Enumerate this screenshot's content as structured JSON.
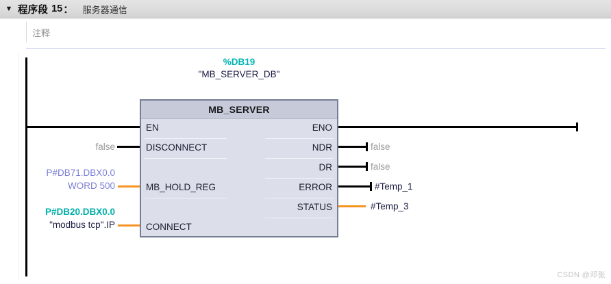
{
  "header": {
    "collapse_icon": "▼",
    "label": "程序段",
    "number": "15",
    "colon": "：",
    "subtitle": "服务器通信"
  },
  "comment": {
    "placeholder": "注释"
  },
  "block": {
    "db_number": "%DB19",
    "db_name": "\"MB_SERVER_DB\"",
    "title": "MB_SERVER",
    "inputs": [
      {
        "pin": "EN",
        "operand": "",
        "operand2": "",
        "wire": "rail"
      },
      {
        "pin": "DISCONNECT",
        "operand": "false",
        "operand2": "",
        "wire": "black"
      },
      {
        "pin": "MB_HOLD_REG",
        "operand": "P#DB71.DBX0.0",
        "operand2": "WORD 500",
        "wire": "orange"
      },
      {
        "pin": "CONNECT",
        "operand": "P#DB20.DBX0.0",
        "operand2": "\"modbus tcp\".IP",
        "wire": "orange"
      }
    ],
    "outputs": [
      {
        "pin": "ENO",
        "operand": "",
        "wire": "black"
      },
      {
        "pin": "NDR",
        "operand": "false",
        "wire": "black"
      },
      {
        "pin": "DR",
        "operand": "false",
        "wire": "black"
      },
      {
        "pin": "ERROR",
        "operand": "#Temp_1",
        "wire": "black"
      },
      {
        "pin": "STATUS",
        "operand": "#Temp_3",
        "wire": "orange"
      }
    ]
  },
  "watermark": {
    "text": "CSDN @邓张"
  },
  "colors": {
    "db_teal": "#00b3b3",
    "operand_navy": "#1c1c44",
    "operand_violet": "#7b7ed6",
    "operand_gray": "#9a9a9a",
    "wire_orange": "#f79421",
    "wire_black": "#000000",
    "block_body": "#dcdfe9",
    "block_title": "#c7cbd9",
    "block_border": "#767e95"
  }
}
